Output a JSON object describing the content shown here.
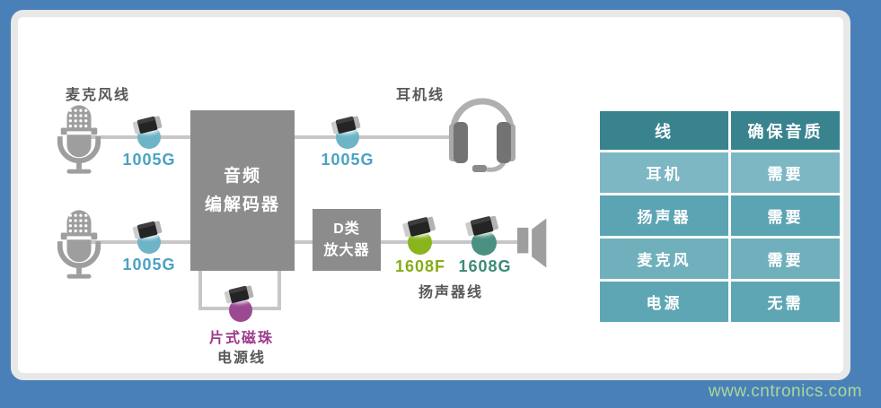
{
  "page": {
    "watermark": "www.cntronics.com"
  },
  "colors": {
    "frame_blue": "#4a80b8",
    "card_edge_gray": "#e8e8e8",
    "box_gray": "#8c8c8c",
    "wire_gray": "#c7c7c7",
    "icon_gray": "#9e9e9e",
    "bead_1005g_circle": "#6db4c7",
    "bead_1005g_text": "#4aa2c3",
    "bead_1608f": "#8ab41e",
    "bead_1608g": "#4a9183",
    "bead_power_purple": "#9b4a92",
    "bead_power_text": "#9c3a8c",
    "table_header": "#39838f",
    "table_row_colors": [
      "#7db7c4",
      "#5ba4b3",
      "#6fb0bc",
      "#5ea6b4"
    ],
    "watermark_green": "#a9d79b"
  },
  "diagram": {
    "cable_labels": {
      "microphone": "麦克风线",
      "headphone": "耳机线",
      "speaker": "扬声器线",
      "power": "电源线"
    },
    "codec_box": {
      "line1": "音频",
      "line2": "编解码器"
    },
    "amp_box": {
      "line1": "D类",
      "line2": "放大器"
    },
    "beads": [
      {
        "id": "mic1-bead",
        "label": "1005G"
      },
      {
        "id": "headphone-bead",
        "label": "1005G"
      },
      {
        "id": "mic2-bead",
        "label": "1005G"
      },
      {
        "id": "speaker-bead-f",
        "label": "1608F"
      },
      {
        "id": "speaker-bead-g",
        "label": "1608G"
      },
      {
        "id": "power-bead",
        "label": "片式磁珠"
      }
    ]
  },
  "table": {
    "header": {
      "col1": "线",
      "col2": "确保音质"
    },
    "rows": [
      {
        "cable": "耳机",
        "required": "需要"
      },
      {
        "cable": "扬声器",
        "required": "需要"
      },
      {
        "cable": "麦克风",
        "required": "需要"
      },
      {
        "cable": "电源",
        "required": "无需"
      }
    ]
  }
}
